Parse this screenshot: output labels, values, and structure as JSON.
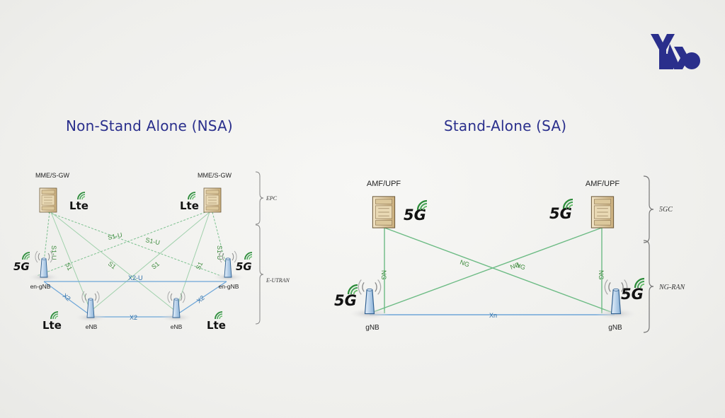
{
  "nsa": {
    "title": "Non-Stand Alone (NSA)",
    "nodes": {
      "core_left": "MME/S-GW",
      "core_right": "MME/S-GW",
      "engnb_left": "en-gNB",
      "engnb_right": "en-gNB",
      "enb_left": "eNB",
      "enb_right": "eNB"
    },
    "interfaces": {
      "s1u": "S1-U",
      "s1": "S1",
      "x2u": "X2-U",
      "x2": "X2"
    },
    "braces": {
      "top": "EPC",
      "bottom": "E-UTRAN"
    },
    "logos": {
      "g5": "5G",
      "lte": "Lte"
    }
  },
  "sa": {
    "title": "Stand-Alone (SA)",
    "nodes": {
      "core_left": "AMF/UPF",
      "core_right": "AMF/UPF",
      "gnb_left": "gNB",
      "gnb_right": "gNB"
    },
    "interfaces": {
      "ng": "NG",
      "xn": "Xn"
    },
    "braces": {
      "top": "5GC",
      "bottom": "NG-RAN"
    },
    "logos": {
      "g5": "5G"
    }
  },
  "colors": {
    "title": "#2a2f8c",
    "green_link": "#7cc08f",
    "blue_link": "#6ea6d8",
    "brand": "#2a2f8c"
  },
  "brand_logo": {
    "icon": "brand-logo-icon"
  }
}
